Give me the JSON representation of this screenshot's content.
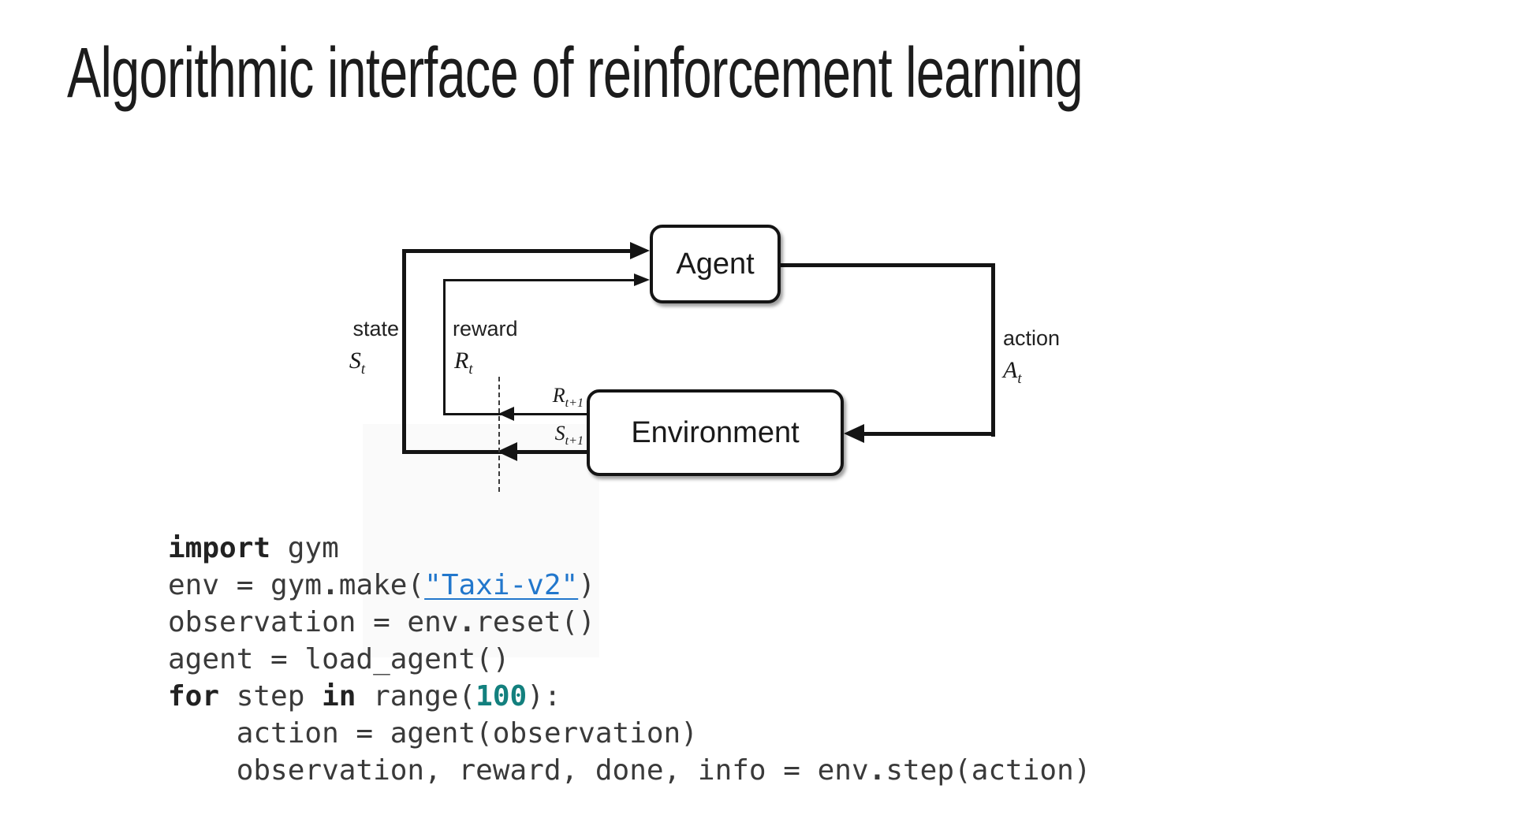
{
  "title": "Algorithmic interface of reinforcement learning",
  "diagram": {
    "agent_label": "Agent",
    "environment_label": "Environment",
    "labels": {
      "state": "state",
      "reward": "reward",
      "action": "action",
      "s_t": {
        "base": "S",
        "sub": "t"
      },
      "r_t": {
        "base": "R",
        "sub": "t"
      },
      "a_t": {
        "base": "A",
        "sub": "t"
      },
      "r_t1": {
        "base": "R",
        "sub": "t+1"
      },
      "s_t1": {
        "base": "S",
        "sub": "t+1"
      }
    }
  },
  "code": {
    "lines": [
      [
        {
          "text": "import",
          "style": "kw"
        },
        {
          "text": " gym",
          "style": "plain"
        }
      ],
      [
        {
          "text": "env = gym",
          "style": "plain"
        },
        {
          "text": ".",
          "style": "op"
        },
        {
          "text": "make(",
          "style": "plain"
        },
        {
          "text": "\"Taxi-v2\"",
          "style": "str-link"
        },
        {
          "text": ")",
          "style": "plain"
        }
      ],
      [
        {
          "text": "observation = env",
          "style": "plain"
        },
        {
          "text": ".",
          "style": "op"
        },
        {
          "text": "reset()",
          "style": "plain"
        }
      ],
      [
        {
          "text": "agent = load_agent()",
          "style": "plain"
        }
      ],
      [
        {
          "text": "for",
          "style": "kw"
        },
        {
          "text": " step ",
          "style": "plain"
        },
        {
          "text": "in",
          "style": "kw"
        },
        {
          "text": " range(",
          "style": "plain"
        },
        {
          "text": "100",
          "style": "num"
        },
        {
          "text": "):",
          "style": "plain"
        }
      ],
      [
        {
          "text": "    action = agent(observation)",
          "style": "plain"
        }
      ],
      [
        {
          "text": "    observation, reward, done, info = env",
          "style": "plain"
        },
        {
          "text": ".",
          "style": "op"
        },
        {
          "text": "step(action)",
          "style": "plain"
        }
      ]
    ]
  },
  "colors": {
    "code_text": "#3a3a3a",
    "keyword": "#222222",
    "number": "#13807e",
    "string_link": "#2277cc",
    "diagram_line": "#141414"
  }
}
